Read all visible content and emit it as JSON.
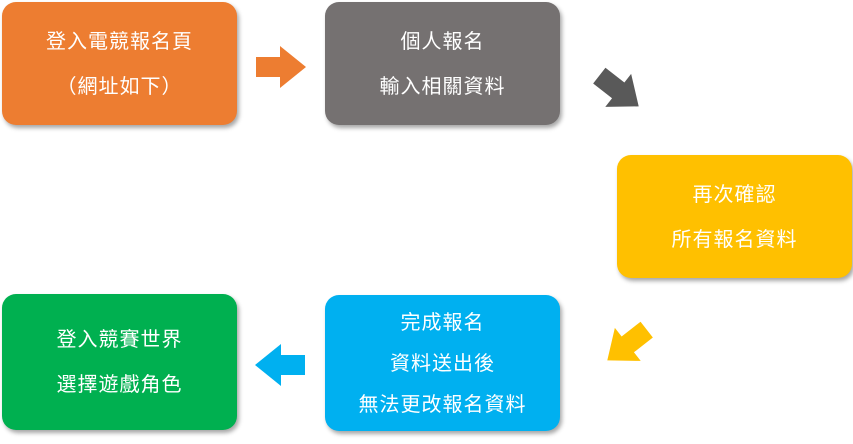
{
  "boxes": [
    {
      "lines": [
        "登入電競報名頁",
        "（網址如下）"
      ],
      "color": "#ED7D31"
    },
    {
      "lines": [
        "個人報名",
        "輸入相關資料"
      ],
      "color": "#757171"
    },
    {
      "lines": [
        "再次確認",
        "所有報名資料"
      ],
      "color": "#FFC000"
    },
    {
      "lines": [
        "完成報名",
        "資料送出後",
        "無法更改報名資料"
      ],
      "color": "#00B0F0"
    },
    {
      "lines": [
        "登入競賽世界",
        "選擇遊戲角色"
      ],
      "color": "#00B050"
    }
  ],
  "arrows": [
    {
      "direction": "right",
      "color": "#ED7D31"
    },
    {
      "direction": "down-right",
      "color": "#595959"
    },
    {
      "direction": "down-left",
      "color": "#FFC000"
    },
    {
      "direction": "left",
      "color": "#00B0F0"
    }
  ]
}
